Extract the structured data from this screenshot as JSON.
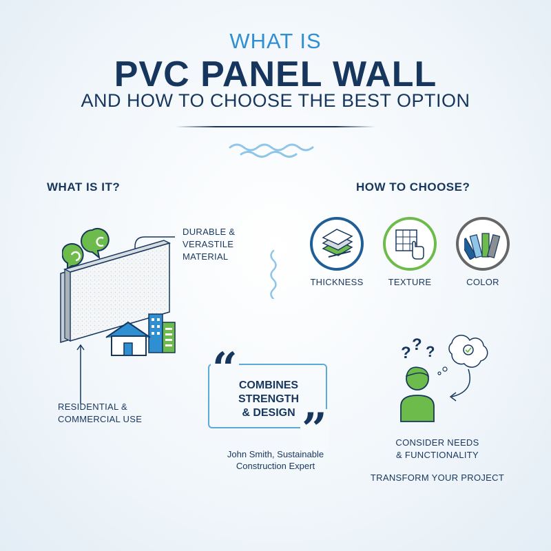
{
  "title": {
    "line1": "WHAT IS",
    "line2": "PVC PANEL WALL",
    "line3": "AND HOW TO CHOOSE THE BEST OPTION"
  },
  "left": {
    "heading": "WHAT IS IT?",
    "callout_top": [
      "DURABLE &",
      "VERASTILE",
      "MATERIAL"
    ],
    "callout_bottom": [
      "RESIDENTIAL &",
      "COMMERCIAL USE"
    ]
  },
  "right": {
    "heading": "HOW TO CHOOSE?",
    "options": [
      {
        "label": "THICKNESS",
        "icon": "panel-layers-icon",
        "ring_color": "#1f5e96"
      },
      {
        "label": "TEXTURE",
        "icon": "texture-touch-icon",
        "ring_color": "#6dbb4a"
      },
      {
        "label": "COLOR",
        "icon": "color-swatch-icon",
        "ring_color": "#666666"
      }
    ],
    "consider": [
      "CONSIDER NEEDS",
      "& FUNCTIONALITY"
    ],
    "cta": "TRANSFORM YOUR PROJECT"
  },
  "quote": {
    "text": [
      "COMBINES",
      "STRENGTH",
      "& DESIGN"
    ],
    "author": [
      "John Smith, Sustainable",
      "Construction Expert"
    ]
  },
  "colors": {
    "navy": "#17365d",
    "blue": "#2f8fd1",
    "green": "#6dbb4a",
    "light_blue": "#8ec5e8"
  }
}
